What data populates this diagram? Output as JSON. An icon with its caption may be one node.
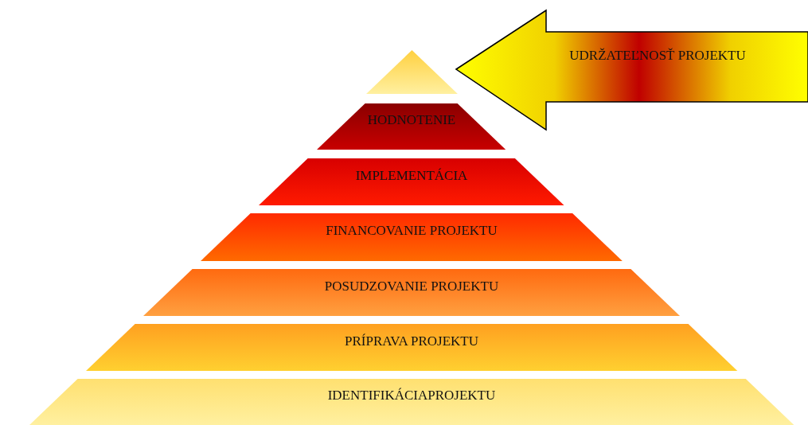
{
  "diagram": {
    "nodes": [
      {
        "text": [],
        "shape": "triangle"
      },
      {
        "text": [
          "UDRŽATEĽNOSŤ PROJEKTU"
        ]
      },
      {
        "text": [
          "HODNOTENIE"
        ]
      },
      {
        "text": [
          "IMPLEMENTÁCIA"
        ]
      },
      {
        "text": [
          "FINANCOVANIE PROJEKTU"
        ]
      },
      {
        "text": [
          "POSUDZOVANIE PROJEKTU"
        ]
      },
      {
        "text": [
          "PRÍPRAVA PROJEKTU"
        ]
      },
      {
        "text": [
          "IDENTIFIKÁCIAPROJEKTU"
        ]
      }
    ]
  }
}
